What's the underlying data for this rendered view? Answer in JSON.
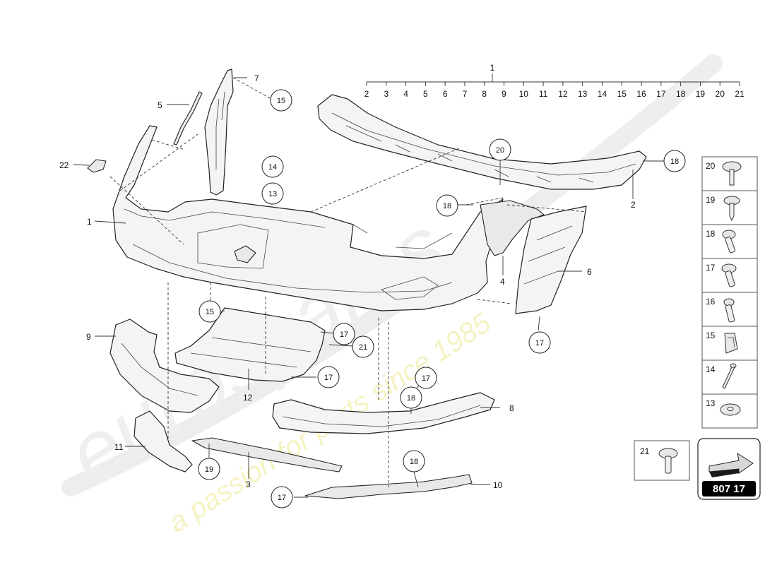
{
  "diagram": {
    "top_group": {
      "label": "1",
      "members": [
        "2",
        "3",
        "4",
        "5",
        "6",
        "7",
        "8",
        "9",
        "10",
        "11",
        "12",
        "13",
        "14",
        "15",
        "16",
        "17",
        "18",
        "19",
        "20",
        "21"
      ]
    },
    "part_labels": {
      "p1": "1",
      "p2": "2",
      "p3": "3",
      "p4": "4",
      "p5": "5",
      "p6": "6",
      "p7": "7",
      "p8": "8",
      "p9": "9",
      "p10": "10",
      "p11": "11",
      "p12": "12",
      "p22": "22"
    },
    "circled": {
      "c15_top": "15",
      "c14": "14",
      "c13": "13",
      "c20": "20",
      "c18_right": "18",
      "c18_mid": "18",
      "c15_mid": "15",
      "c17_a": "17",
      "c21": "21",
      "c17_b": "17",
      "c17_c": "17",
      "c18_low": "18",
      "c17_right": "17",
      "c19": "19",
      "c18_bottom": "18",
      "c17_bottom": "17"
    },
    "legend": [
      "20",
      "19",
      "18",
      "17",
      "16",
      "15",
      "14",
      "13"
    ],
    "legend_extra": "21",
    "reference_code": "807 17",
    "watermark": {
      "brand": "eurospares",
      "slogan": "a passion for parts since 1985"
    }
  }
}
